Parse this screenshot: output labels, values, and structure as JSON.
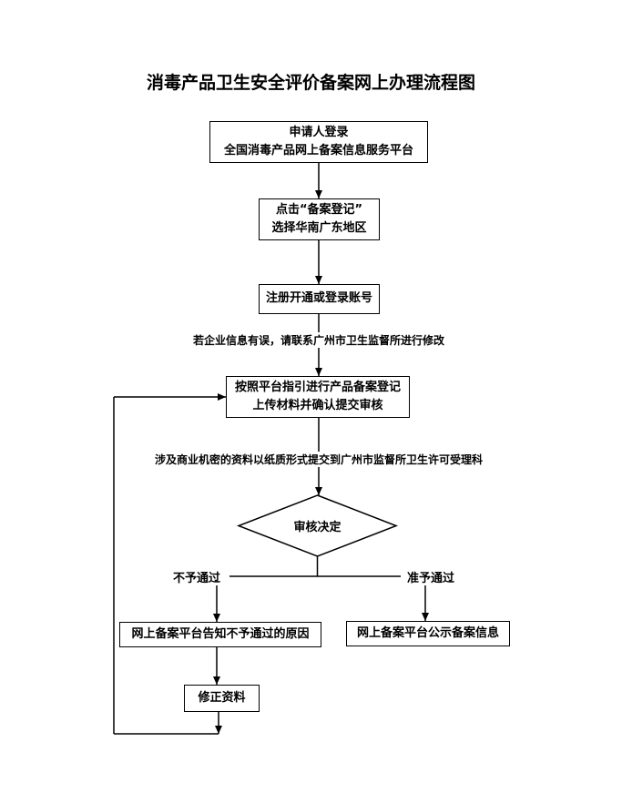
{
  "title": "消毒产品卫生安全评价备案网上办理流程图",
  "flowchart": {
    "nodes": {
      "login": {
        "line1": "申请人登录",
        "line2": "全国消毒产品网上备案信息服务平台"
      },
      "register": {
        "line1": "点击“备案登记”",
        "line2": "选择华南广东地区"
      },
      "account": {
        "line1": "注册开通或登录账号"
      },
      "filing": {
        "line1": "按照平台指引进行产品备案登记",
        "line2": "上传材料并确认提交审核"
      },
      "decision": {
        "line1": "审核决定"
      },
      "reject_notice": {
        "line1": "网上备案平台告知不予通过的原因"
      },
      "publish": {
        "line1": "网上备案平台公示备案信息"
      },
      "revise": {
        "line1": "修正资料"
      }
    },
    "annotations": {
      "account_note": "若企业信息有误，请联系广州市卫生监督所进行修改",
      "confidential_note": "涉及商业机密的资料以纸质形式提交到广州市监督所卫生许可受理科"
    },
    "branches": {
      "rejected": "不予通过",
      "approved": "准予通过"
    },
    "colors": {
      "line": "#000000",
      "text": "#000000",
      "node_fill": "#ffffff",
      "background": "#ffffff"
    }
  }
}
